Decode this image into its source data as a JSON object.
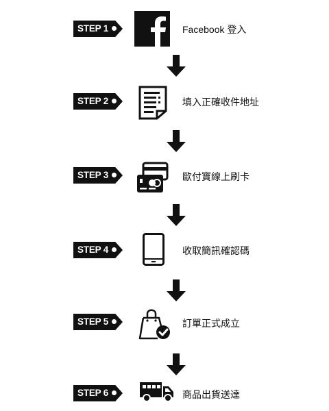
{
  "steps": [
    {
      "tag": "STEP 1",
      "icon": "facebook-icon",
      "label": "Facebook 登入"
    },
    {
      "tag": "STEP 2",
      "icon": "form-document-icon",
      "label": "填入正確收件地址"
    },
    {
      "tag": "STEP 3",
      "icon": "credit-card-icon",
      "label": "歐付寶線上刷卡"
    },
    {
      "tag": "STEP 4",
      "icon": "smartphone-icon",
      "label": "收取簡訊確認碼"
    },
    {
      "tag": "STEP 5",
      "icon": "shopping-bag-check-icon",
      "label": "訂單正式成立"
    },
    {
      "tag": "STEP 6",
      "icon": "delivery-truck-icon",
      "label": "商品出貨送達"
    }
  ],
  "arrow_icon": "down-arrow-icon",
  "colors": {
    "accent": "#111111",
    "background": "#ffffff"
  }
}
